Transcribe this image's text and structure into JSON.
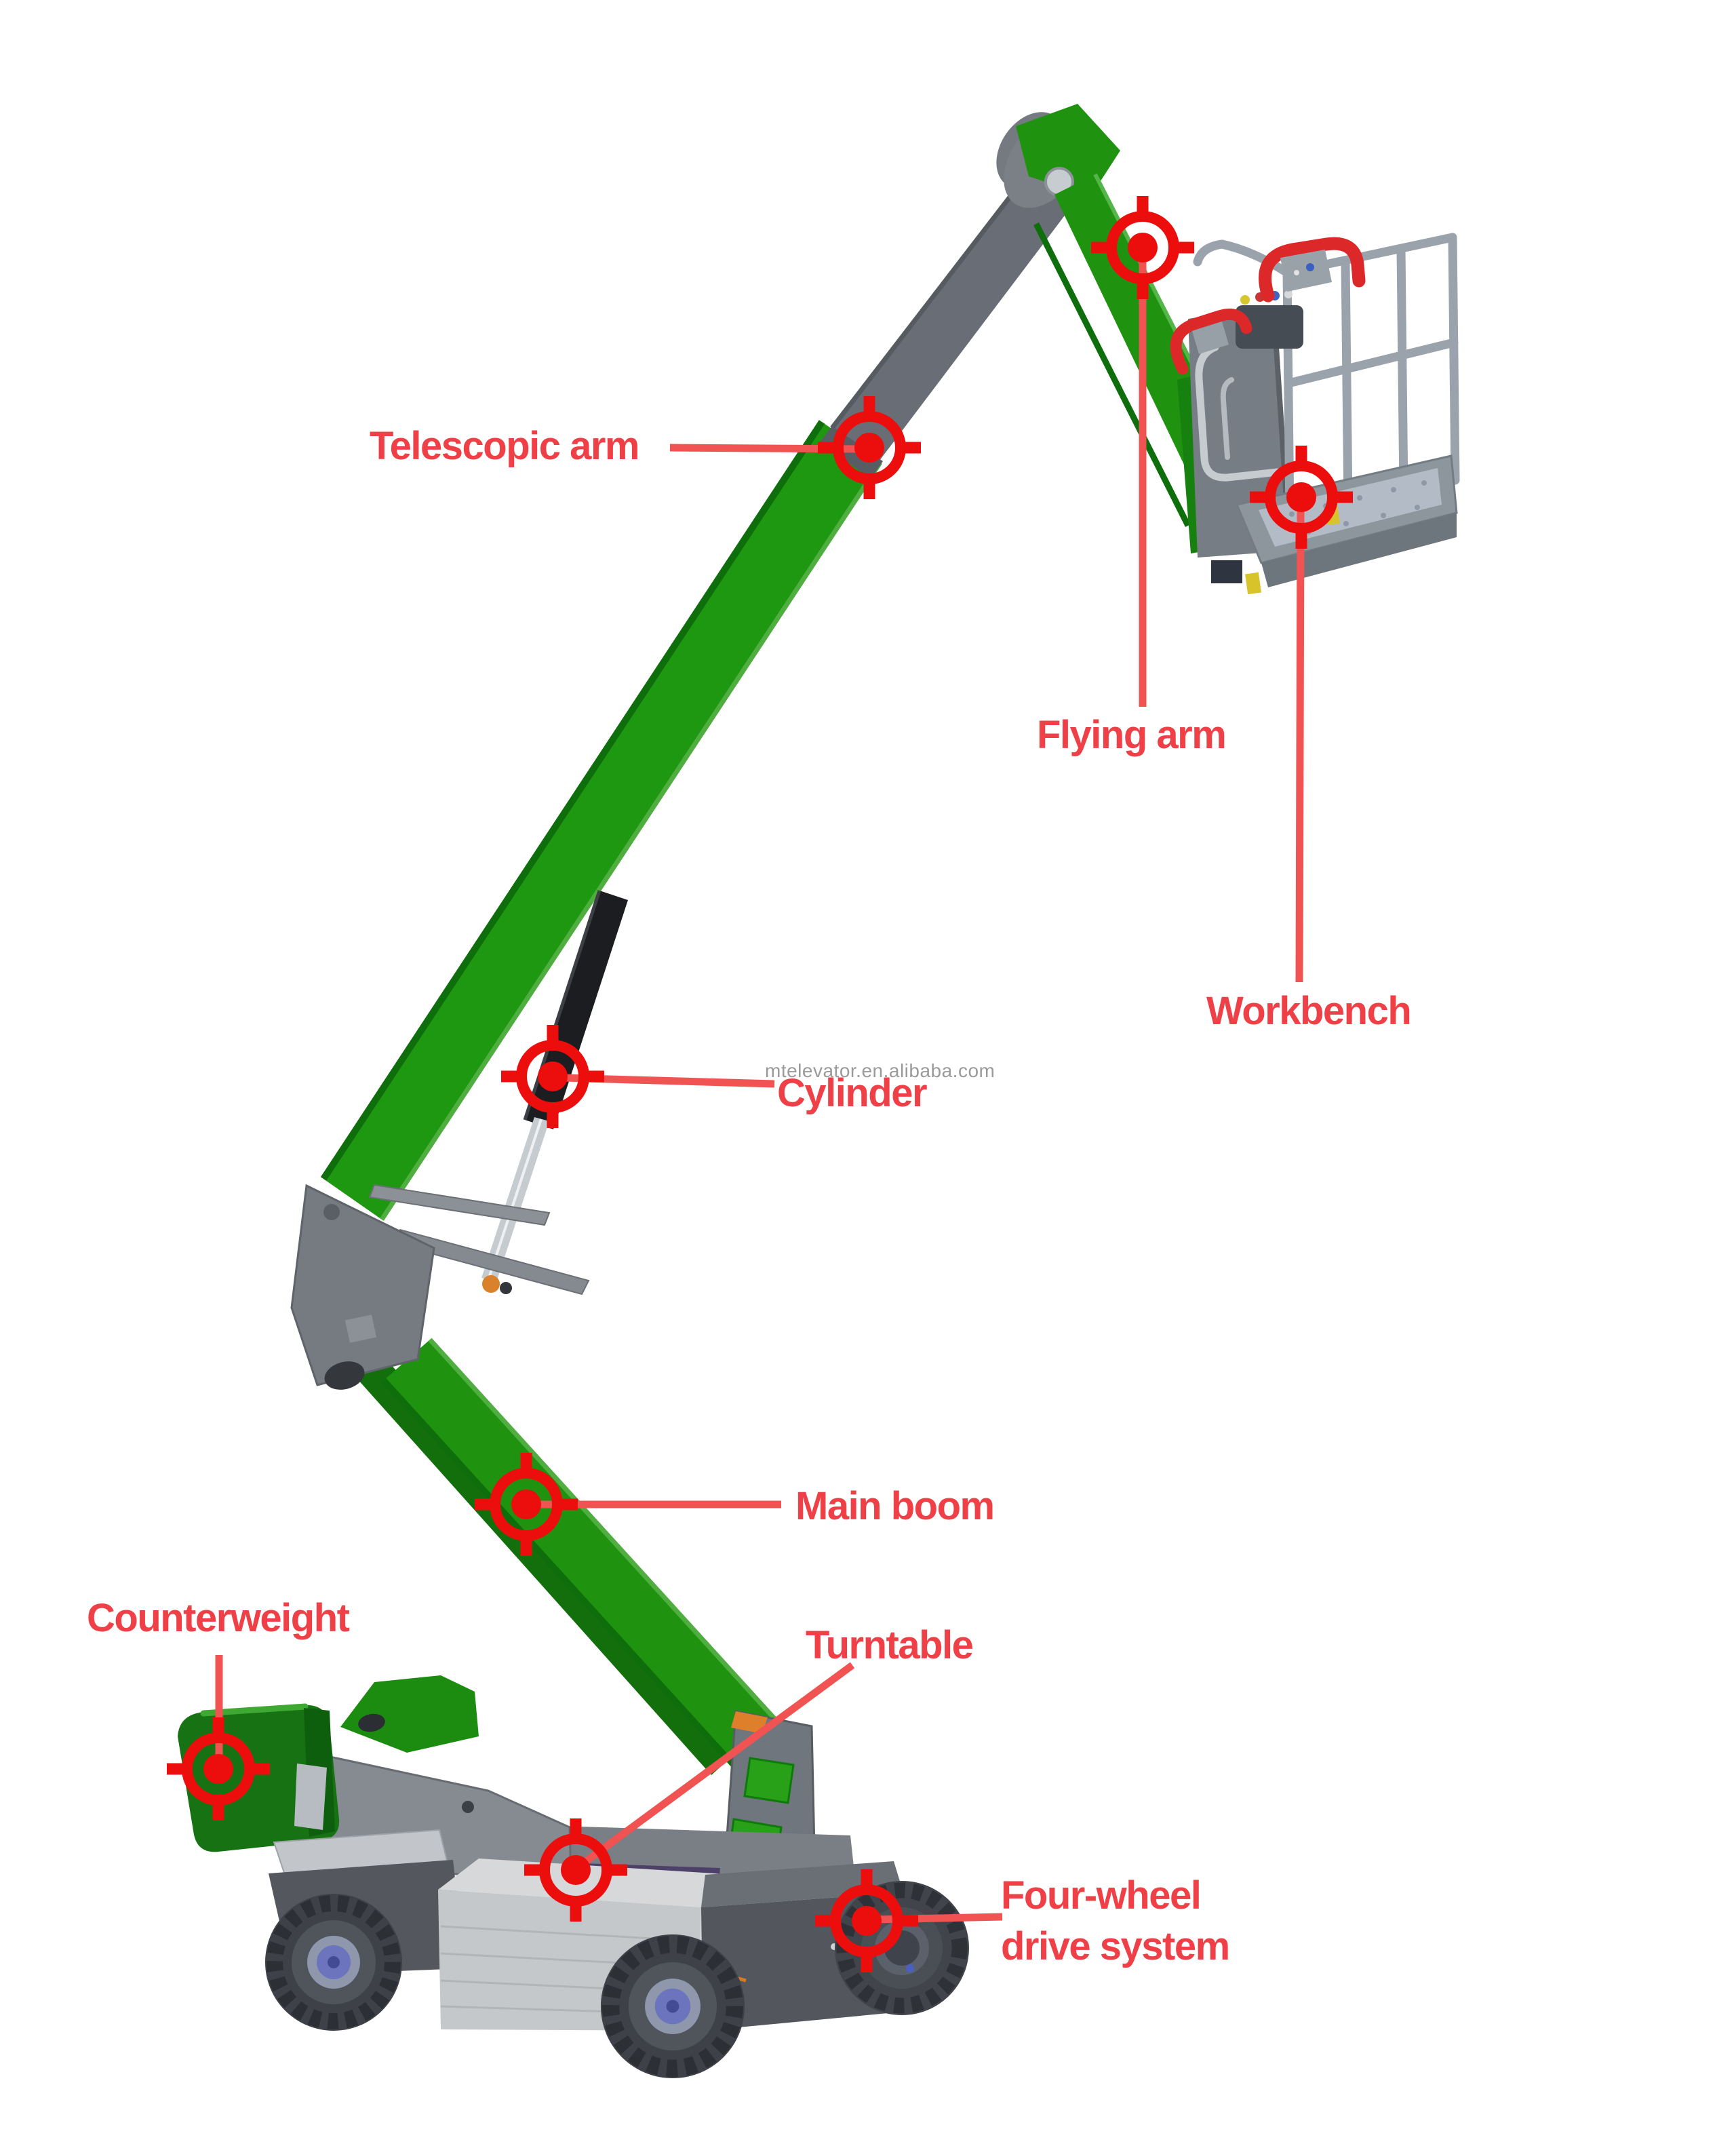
{
  "watermark": "mtelevator.en.alibaba.com",
  "callouts": [
    {
      "id": "telescopic-arm",
      "label": "Telescopic arm"
    },
    {
      "id": "flying-arm",
      "label": "Flying arm"
    },
    {
      "id": "workbench",
      "label": "Workbench"
    },
    {
      "id": "cylinder",
      "label": "Cylinder"
    },
    {
      "id": "main-boom",
      "label": "Main boom"
    },
    {
      "id": "counterweight",
      "label": "Counterweight"
    },
    {
      "id": "turntable",
      "label": "Turntable"
    },
    {
      "id": "four-wheel-drive-system",
      "label": "Four-wheel drive system",
      "lines": [
        "Four-wheel",
        "drive system"
      ]
    }
  ],
  "colors": {
    "label_red": "#ee4046",
    "marker_red": "#ec0d0d",
    "leader_red": "#f15252",
    "machine_green": "#1e9711",
    "machine_green_dark": "#0d6e0b",
    "machine_gray": "#6c7077",
    "chassis_gray": "#54585e",
    "battery_gray": "#c5c8cb",
    "hub_blue": "#6b74bd",
    "watermark_gray": "#9a9a9a",
    "background": "#ffffff"
  }
}
